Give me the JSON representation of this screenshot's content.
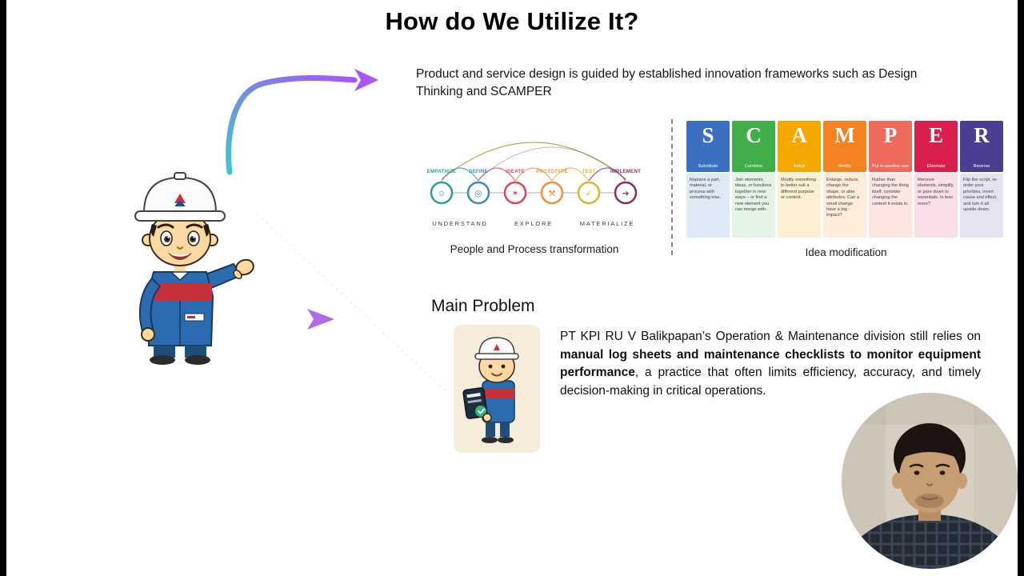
{
  "slide": {
    "title": "How do We Utilize It?",
    "intro_text": "Product and service design is guided by established innovation frameworks such as Design Thinking and SCAMPER"
  },
  "design_thinking": {
    "caption": "People and Process transformation",
    "stages": [
      "UNDERSTAND",
      "EXPLORE",
      "MATERIALIZE"
    ],
    "phases": [
      {
        "label": "EMPATHIZE",
        "color": "#2aa198",
        "icon": "person-icon",
        "glyph": "☺"
      },
      {
        "label": "DEFINE",
        "color": "#3a8fb7",
        "icon": "magnifier-icon",
        "glyph": "◎"
      },
      {
        "label": "IDEATE",
        "color": "#e0455e",
        "icon": "lightbulb-icon",
        "glyph": "✶"
      },
      {
        "label": "PROTOTYPE",
        "color": "#f2913d",
        "icon": "tools-icon",
        "glyph": "⚒"
      },
      {
        "label": "TEST",
        "color": "#d9b832",
        "icon": "checkmark-icon",
        "glyph": "✓"
      },
      {
        "label": "IMPLEMENT",
        "color": "#8e2f63",
        "icon": "rocket-icon",
        "glyph": "➔"
      }
    ]
  },
  "scamper": {
    "caption": "Idea modification",
    "cards": [
      {
        "letter": "S",
        "label": "Substitute",
        "color": "#3b6fc0",
        "tint": "#dfe9f6",
        "desc": "Replace a part, material, or process with something else."
      },
      {
        "letter": "C",
        "label": "Combine",
        "color": "#3fae49",
        "tint": "#e3f3e4",
        "desc": "Join elements, ideas, or functions together in new ways – or find a new element you can merge with."
      },
      {
        "letter": "A",
        "label": "Adapt",
        "color": "#f5a800",
        "tint": "#fcf0d4",
        "desc": "Modify something to better suit a different purpose or context."
      },
      {
        "letter": "M",
        "label": "Modify",
        "color": "#f58220",
        "tint": "#fdecd9",
        "desc": "Enlarge, reduce, change the shape, or alter attributes. Can a small change have a big impact?"
      },
      {
        "letter": "P",
        "label": "Put to another use",
        "color": "#ee6a5a",
        "tint": "#fde6e2",
        "desc": "Rather than changing the thing itself, consider changing the context it exists in."
      },
      {
        "letter": "E",
        "label": "Eliminate",
        "color": "#d81f4d",
        "tint": "#fadfe6",
        "desc": "Remove elements, simplify, or pare down to essentials. Is less more?"
      },
      {
        "letter": "R",
        "label": "Reverse",
        "color": "#4b3e92",
        "tint": "#e6e2f2",
        "desc": "Flip the script, re-order your priorities, invert cause and effect, and turn it all upside-down."
      }
    ]
  },
  "main_problem": {
    "heading": "Main Problem",
    "text_before": "PT KPI RU V Balikpapan’s Operation & Maintenance division still relies on ",
    "text_bold": "manual log sheets and maintenance checklists to monitor equipment performance",
    "text_after": ", a practice that often limits efficiency, accuracy, and timely decision-making in critical operations."
  },
  "colors": {
    "arrow_teal": "#3ec6cf",
    "arrow_purple": "#a855f7"
  }
}
